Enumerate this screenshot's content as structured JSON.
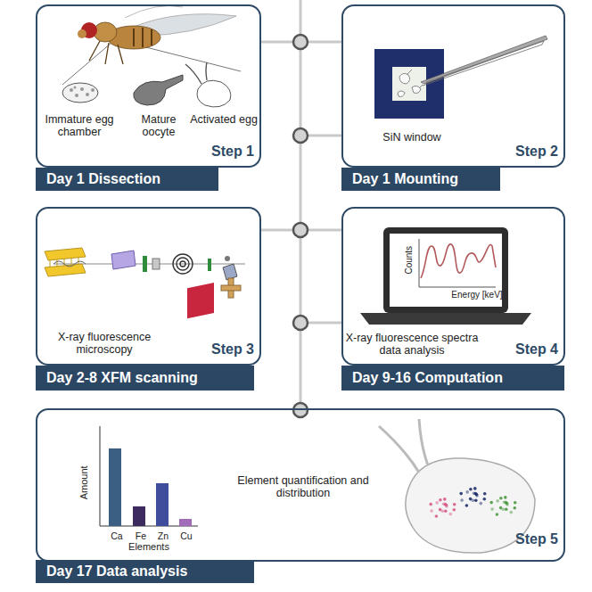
{
  "diagram": {
    "nodes": [
      {
        "text": [
          "Immature egg chamber",
          "Mature oocyte",
          "Activated egg",
          "Step 1"
        ]
      },
      {
        "text": [
          "Day 1 Dissection"
        ]
      },
      {
        "text": [
          "SiN window",
          "Step 2"
        ]
      },
      {
        "text": [
          "Day 1 Mounting"
        ]
      },
      {
        "text": [
          "X-ray fluorescence microscopy",
          "Step 3"
        ]
      },
      {
        "text": [
          "Day 2-8 XFM scanning"
        ]
      },
      {
        "text": [
          "X-ray fluorescence spectra data analysis",
          "Counts",
          "Energy [keV]",
          "Step 4"
        ]
      },
      {
        "text": [
          "Day 9-16 Computation"
        ]
      },
      {
        "text": [
          "Amount",
          "Ca",
          "Fe",
          "Zn",
          "Cu",
          "Elements",
          "Element quantification and distribution",
          "Step 5"
        ]
      },
      {
        "text": [
          "Day 17 Data analysis"
        ]
      }
    ]
  }
}
